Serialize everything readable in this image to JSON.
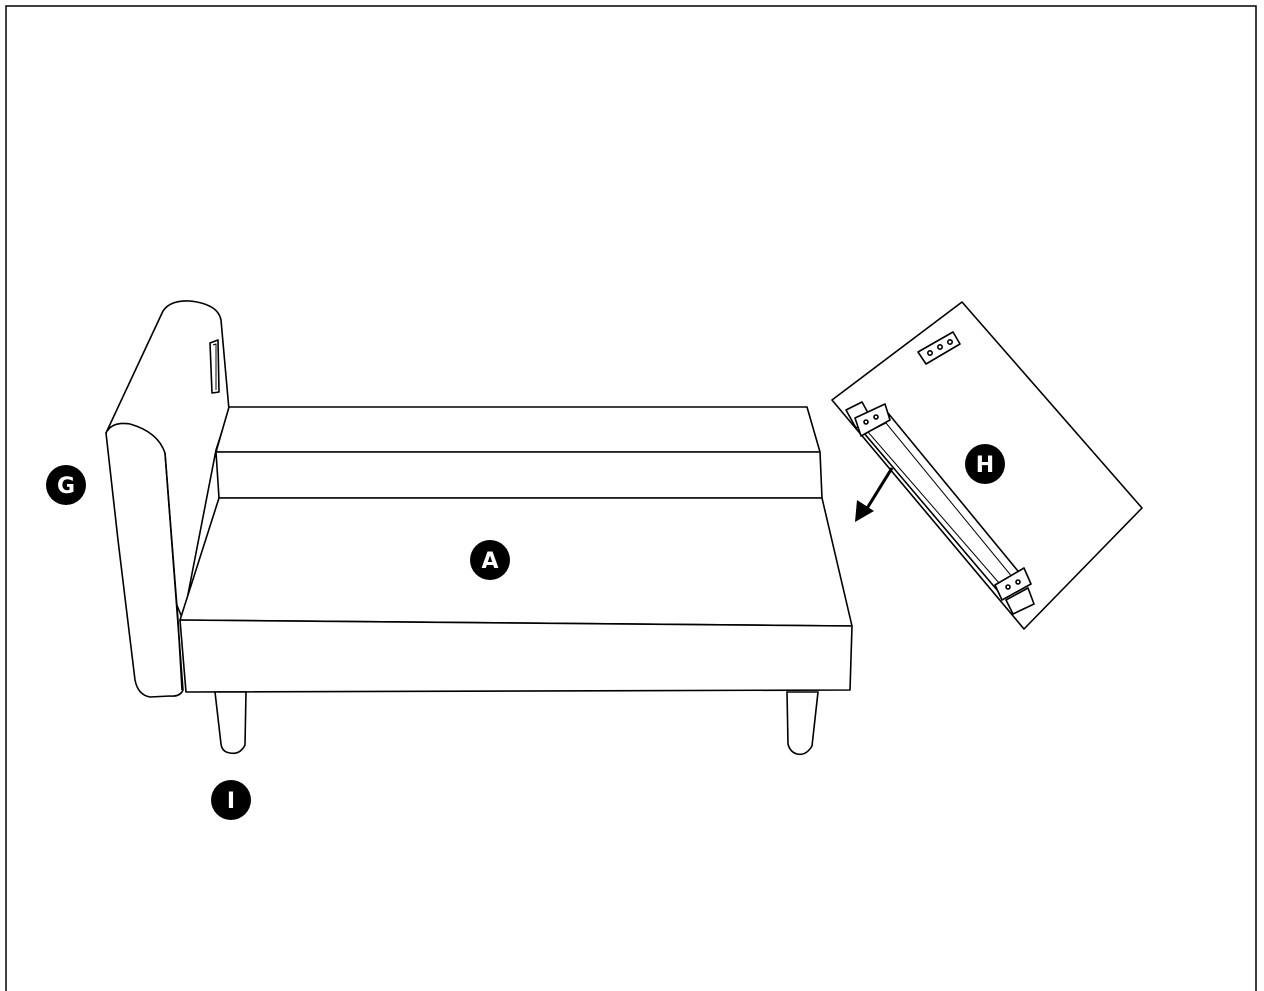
{
  "labels": {
    "armrest": "G",
    "seat": "A",
    "side_panel": "H",
    "leg": "I"
  },
  "colors": {
    "line": "#000000",
    "background": "#ffffff",
    "badge_fill": "#000000",
    "badge_text": "#ffffff"
  }
}
